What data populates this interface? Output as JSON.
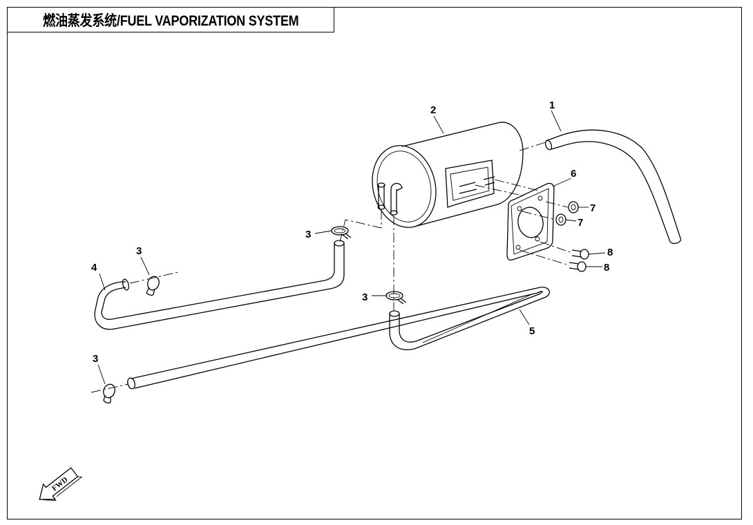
{
  "title": "燃油蒸发系统/FUEL VAPORIZATION SYSTEM",
  "callouts": [
    {
      "id": "callout-1",
      "label": "1"
    },
    {
      "id": "callout-2",
      "label": "2"
    },
    {
      "id": "callout-3a",
      "label": "3"
    },
    {
      "id": "callout-3b",
      "label": "3"
    },
    {
      "id": "callout-3c",
      "label": "3"
    },
    {
      "id": "callout-3d",
      "label": "3"
    },
    {
      "id": "callout-4",
      "label": "4"
    },
    {
      "id": "callout-5",
      "label": "5"
    },
    {
      "id": "callout-6",
      "label": "6"
    },
    {
      "id": "callout-7a",
      "label": "7"
    },
    {
      "id": "callout-7b",
      "label": "7"
    },
    {
      "id": "callout-8a",
      "label": "8"
    },
    {
      "id": "callout-8b",
      "label": "8"
    }
  ],
  "fwd_arrow": {
    "label": "FWD",
    "icon": "forward-arrow-icon"
  }
}
